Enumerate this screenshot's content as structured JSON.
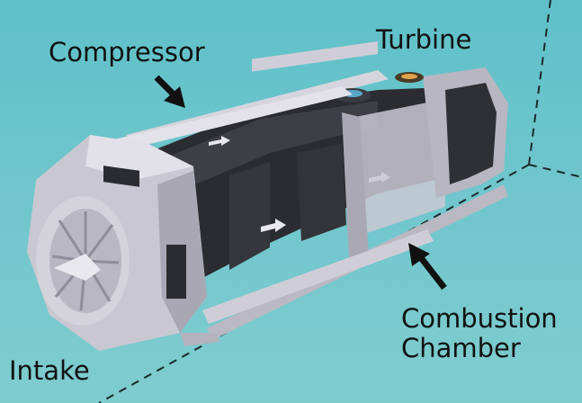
{
  "labels": {
    "compressor": "Compressor",
    "turbine": "Turbine",
    "combustion_line1": "Combustion",
    "combustion_line2": "Chamber",
    "intake": "Intake"
  },
  "colors": {
    "background": "#6cc5cc",
    "frame": "#c9c8d2",
    "frame_shadow": "#8e8d99",
    "core": "#2b2c31",
    "core_light": "#3d3e45",
    "arrow": "#111111"
  }
}
